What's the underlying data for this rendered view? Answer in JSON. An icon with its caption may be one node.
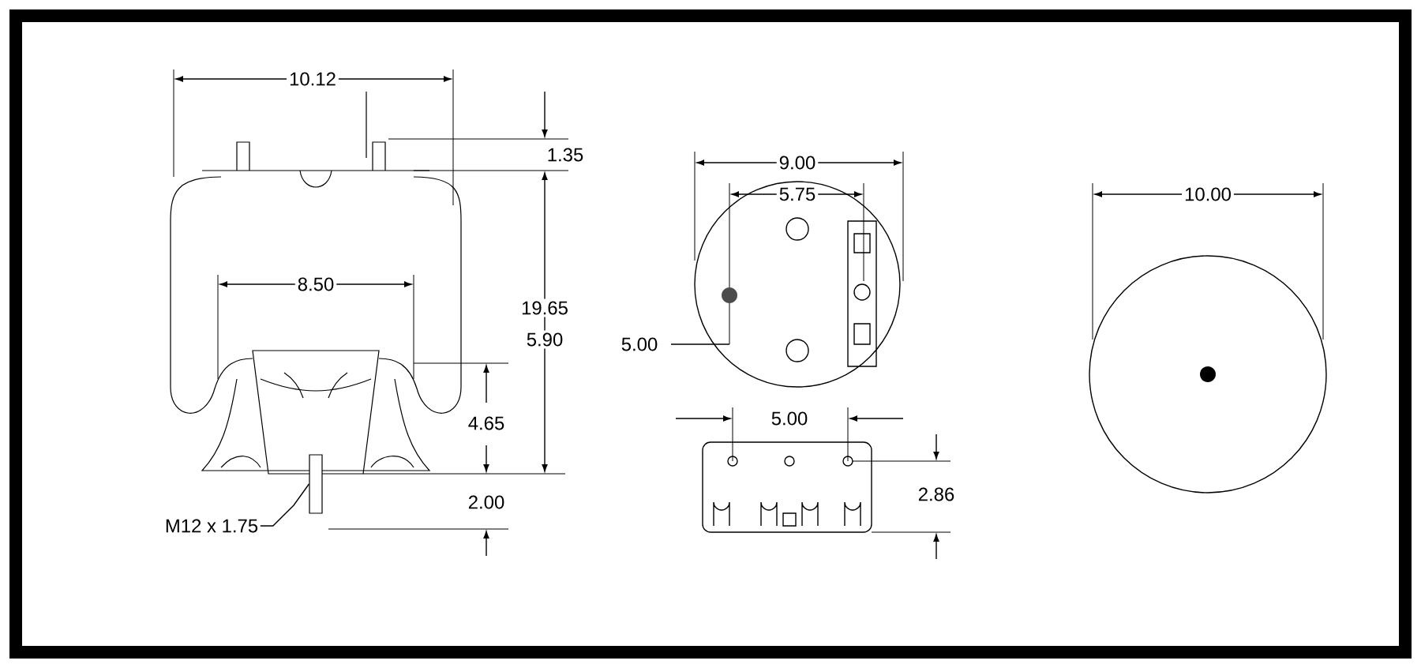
{
  "diagram": {
    "nodes": [
      {
        "text": [
          "M12 x 1.75"
        ]
      },
      {
        "text": [],
        "shape": "bar"
      }
    ],
    "edges": [
      {
        "from": 0,
        "to": 1,
        "arrow": "none"
      }
    ],
    "labels": [
      "10.12",
      "1.35",
      "8.50",
      "19.65",
      "5.90",
      "4.65",
      "2.00",
      "9.00",
      "5.75",
      "5.00",
      "5.00",
      "2.86",
      "10.00"
    ]
  }
}
